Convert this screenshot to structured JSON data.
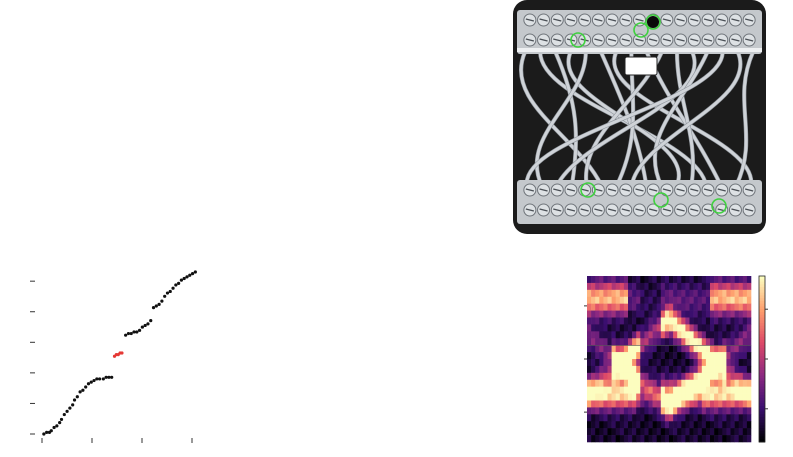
{
  "photo": {
    "subject": "wire-bundle-between-two-terminal-blocks",
    "top_block_screws": 17,
    "bottom_block_screws": 17,
    "wire_count": 16,
    "highlight_color": "#3fd13f",
    "frame_color": "#1b1b1b",
    "wire_color": "#cfd3d8",
    "block_color": "#c4c8cc"
  },
  "chart_data": [
    {
      "type": "scatter",
      "title": "",
      "xlabel": "",
      "ylabel": "",
      "x_ticks": 4,
      "y_ticks": 6,
      "xlim": [
        0,
        170
      ],
      "ylim": [
        0,
        100
      ],
      "grid": false,
      "series": [
        {
          "color": "#111111",
          "points": [
            [
              2,
              0
            ],
            [
              5,
              1
            ],
            [
              8,
              1
            ],
            [
              10,
              2
            ],
            [
              13,
              4
            ],
            [
              16,
              5
            ],
            [
              19,
              7
            ],
            [
              21,
              9
            ],
            [
              24,
              12
            ],
            [
              27,
              14
            ],
            [
              30,
              16
            ],
            [
              33,
              18
            ],
            [
              35,
              21
            ],
            [
              38,
              23
            ],
            [
              41,
              26
            ],
            [
              44,
              27
            ],
            [
              47,
              29
            ],
            [
              50,
              31
            ],
            [
              53,
              32
            ],
            [
              56,
              33
            ],
            [
              59,
              34
            ],
            [
              62,
              34
            ],
            [
              66,
              34
            ],
            [
              69,
              35
            ],
            [
              72,
              35
            ],
            [
              75,
              35
            ]
          ]
        },
        {
          "color": "#e53935",
          "points": [
            [
              78,
              48
            ],
            [
              80,
              49
            ],
            [
              82,
              49
            ],
            [
              84,
              50
            ],
            [
              86,
              50
            ]
          ]
        },
        {
          "color": "#111111",
          "points": [
            [
              90,
              61
            ],
            [
              93,
              62
            ],
            [
              96,
              62
            ],
            [
              99,
              63
            ],
            [
              102,
              63
            ],
            [
              105,
              64
            ],
            [
              108,
              66
            ],
            [
              111,
              67
            ],
            [
              114,
              68
            ],
            [
              117,
              70
            ],
            [
              120,
              78
            ],
            [
              123,
              79
            ],
            [
              126,
              80
            ],
            [
              129,
              82
            ],
            [
              132,
              85
            ],
            [
              135,
              87
            ],
            [
              138,
              88
            ],
            [
              141,
              90
            ],
            [
              144,
              92
            ],
            [
              147,
              93
            ],
            [
              150,
              95
            ],
            [
              153,
              96
            ],
            [
              156,
              97
            ],
            [
              159,
              98
            ],
            [
              162,
              99
            ],
            [
              165,
              100
            ]
          ]
        }
      ]
    },
    {
      "type": "heatmap",
      "title": "",
      "xlabel": "",
      "ylabel": "",
      "colormap": "inferno",
      "colors": [
        "#000004",
        "#3b0f70",
        "#8c2981",
        "#de4968",
        "#fe9f6d",
        "#fcfdbf"
      ],
      "grid": false,
      "colorbar": true,
      "rows": 24,
      "cols": 40
    }
  ]
}
